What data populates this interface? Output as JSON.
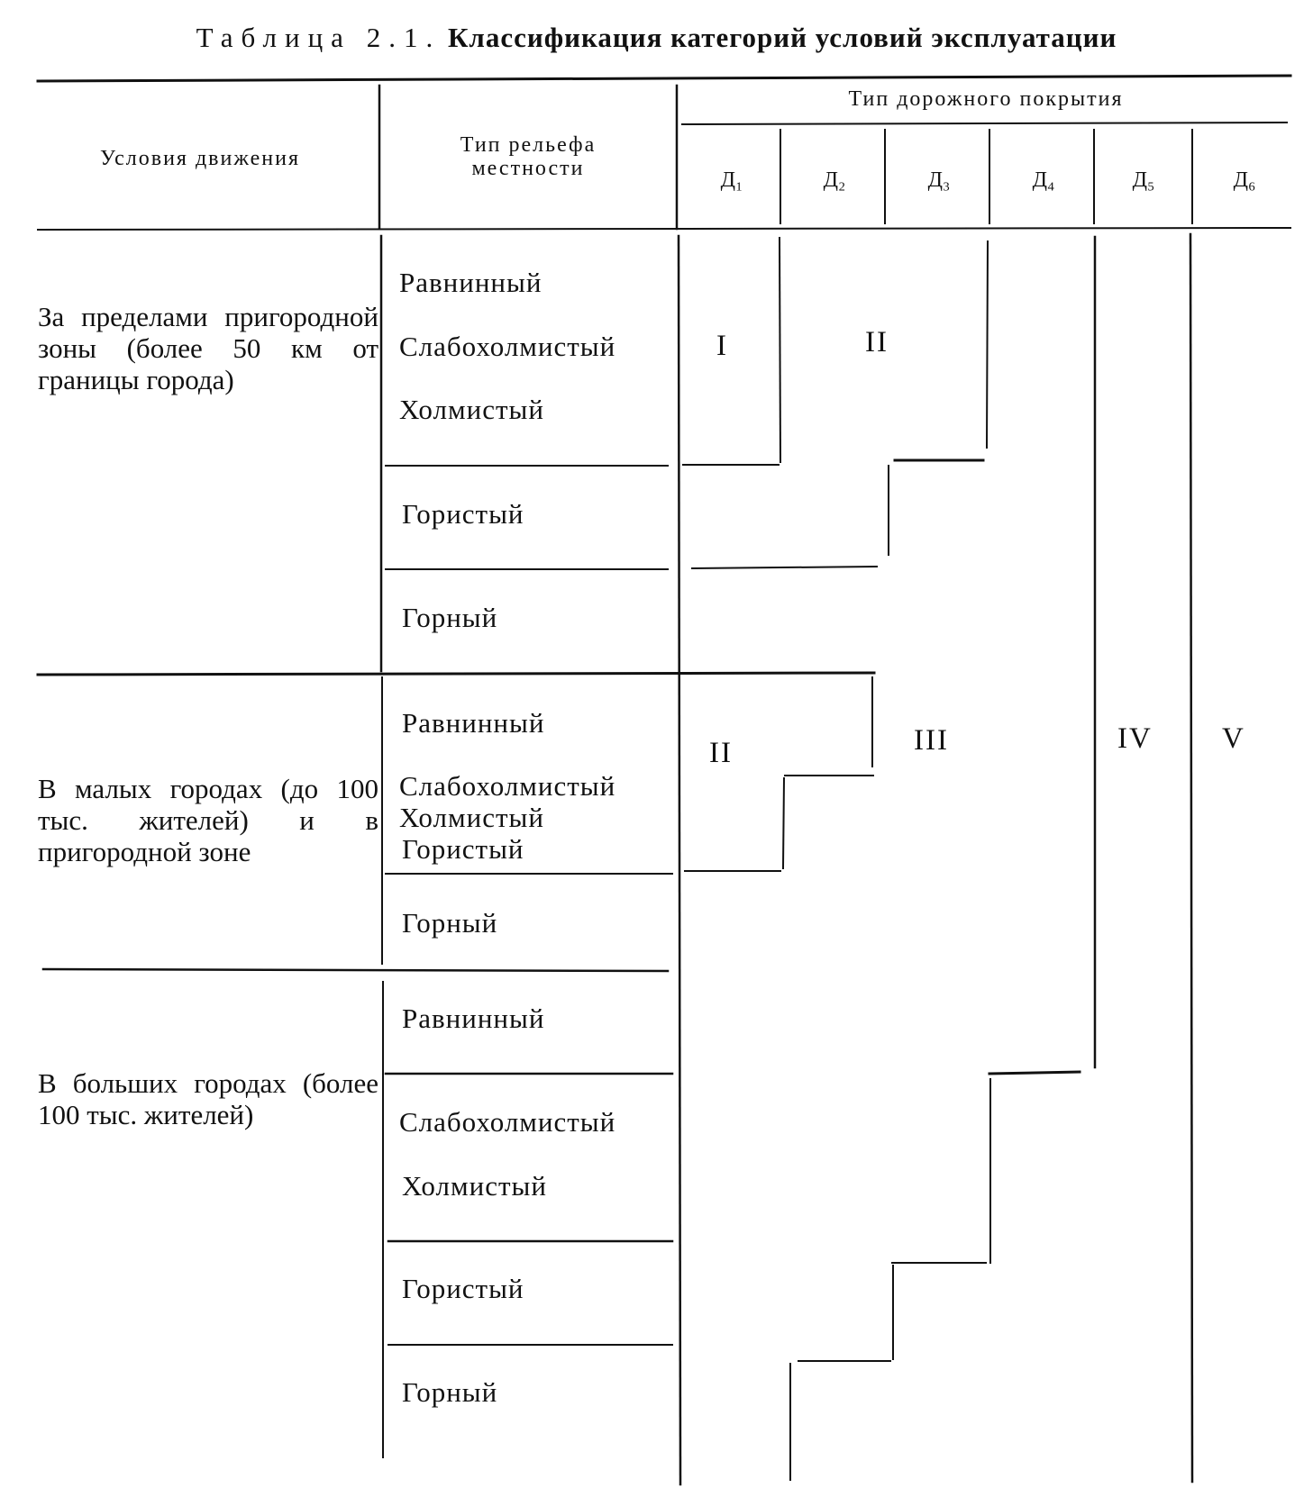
{
  "caption": {
    "label": "Таблица 2.1.",
    "title": "Классификация категорий условий эксплуатации"
  },
  "header": {
    "conditions": "Условия движения",
    "relief_line1": "Тип рельефа",
    "relief_line2": "местности",
    "surface_type": "Тип дорожного покрытия",
    "surface_columns": [
      "Д₁",
      "Д₂",
      "Д₃",
      "Д₄",
      "Д₅",
      "Д₆"
    ]
  },
  "sections": [
    {
      "conditions": "За пределами пригородной зоны (более 50 км от границы города)",
      "relief": [
        "Равнинный",
        "Слабохолмистый",
        "Холмистый",
        "Гористый",
        "Горный"
      ]
    },
    {
      "conditions": "В малых городах (до 100 тыс. жителей) и в пригородной зоне",
      "relief": [
        "Равнинный",
        "Слабохолмистый",
        "Холмистый",
        "Гористый",
        "Горный"
      ]
    },
    {
      "conditions": "В больших городах (более 100 тыс. жителей)",
      "relief": [
        "Равнинный",
        "Слабохолмистый",
        "Холмистый",
        "Гористый",
        "Горный"
      ]
    }
  ],
  "categories": {
    "I": "I",
    "II_upper": "II",
    "II_lower": "II",
    "III": "III",
    "IV": "IV",
    "V": "V"
  }
}
